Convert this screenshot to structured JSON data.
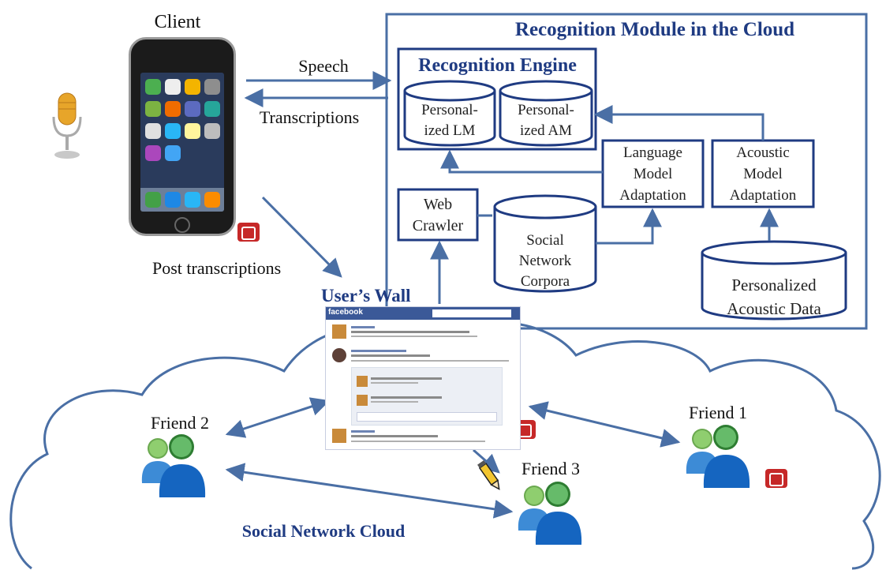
{
  "client_label": "Client",
  "cloud_module_title": "Recognition Module in the Cloud",
  "engine_title": "Recognition Engine",
  "engine_items": {
    "lm": [
      "Personal-",
      "ized LM"
    ],
    "am": [
      "Personal-",
      "ized AM"
    ]
  },
  "language_model_adaptation": [
    "Language",
    "Model",
    "Adaptation"
  ],
  "acoustic_model_adaptation": [
    "Acoustic",
    "Model",
    "Adaptation"
  ],
  "web_crawler": [
    "Web",
    "Crawler"
  ],
  "social_network_corpora": [
    "Social",
    "Network",
    "Corpora"
  ],
  "personalized_acoustic_data": [
    "Personalized",
    "Acoustic Data"
  ],
  "arrows": {
    "speech": "Speech",
    "transcriptions": "Transcriptions",
    "post_transcriptions": "Post transcriptions"
  },
  "users_wall": "User’s Wall",
  "facebook": {
    "logo": "facebook"
  },
  "friends": {
    "friend1": "Friend 1",
    "friend2": "Friend 2",
    "friend3": "Friend 3"
  },
  "social_network_cloud": "Social Network Cloud",
  "colors": {
    "diagram_blue": "#4a6fa5",
    "title_blue": "#1f3b82",
    "facebook_blue": "#3b5998",
    "badge_red": "#c62828"
  },
  "icons": [
    "microphone-icon",
    "smartphone-icon",
    "book-icon",
    "pencil-icon",
    "users-icon"
  ]
}
